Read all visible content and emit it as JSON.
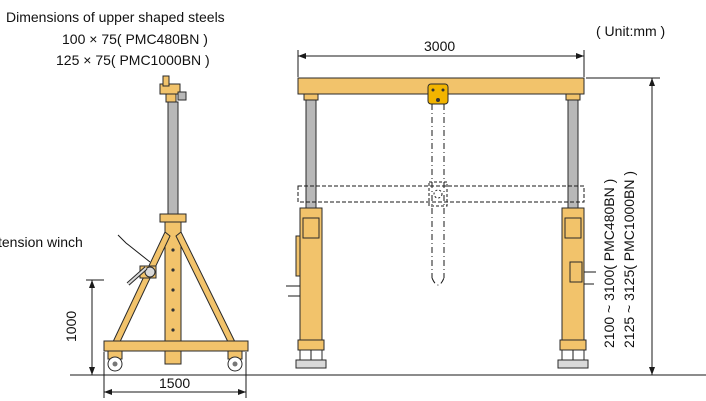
{
  "header": {
    "title": "Dimensions of upper shaped steels",
    "line1": "100 × 75( PMC480BN )",
    "line2": "125 × 75( PMC1000BN )",
    "unit": "( Unit:mm )"
  },
  "labels": {
    "winch": "tension winch",
    "span": "3000",
    "height_480": "2100 ~ 3100( PMC480BN )",
    "height_1000": "2125 ~ 3125( PMC1000BN )",
    "base_height": "1000",
    "base_width": "1500"
  },
  "colors": {
    "frame": "#f2c36b",
    "column": "#b8b8b8",
    "line": "#1a1a1a"
  }
}
